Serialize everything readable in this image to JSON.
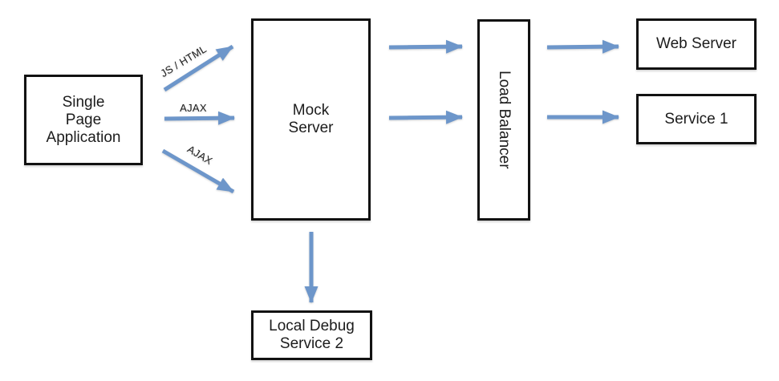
{
  "colors": {
    "arrow-color": "#6d96ca",
    "box-border": "#121212",
    "text-color": "#1c1c1c",
    "background": "#ffffff"
  },
  "nodes": {
    "spa": {
      "label": "Single\nPage\nApplication"
    },
    "mock_server": {
      "label": "Mock\nServer"
    },
    "load_balancer": {
      "label": "Load Balancer"
    },
    "web_server": {
      "label": "Web Server"
    },
    "service1": {
      "label": "Service 1"
    },
    "local_debug": {
      "label": "Local Debug\nService 2"
    }
  },
  "edge_labels": {
    "js_html": "JS / HTML",
    "ajax_top": "AJAX",
    "ajax_bottom": "AJAX"
  }
}
